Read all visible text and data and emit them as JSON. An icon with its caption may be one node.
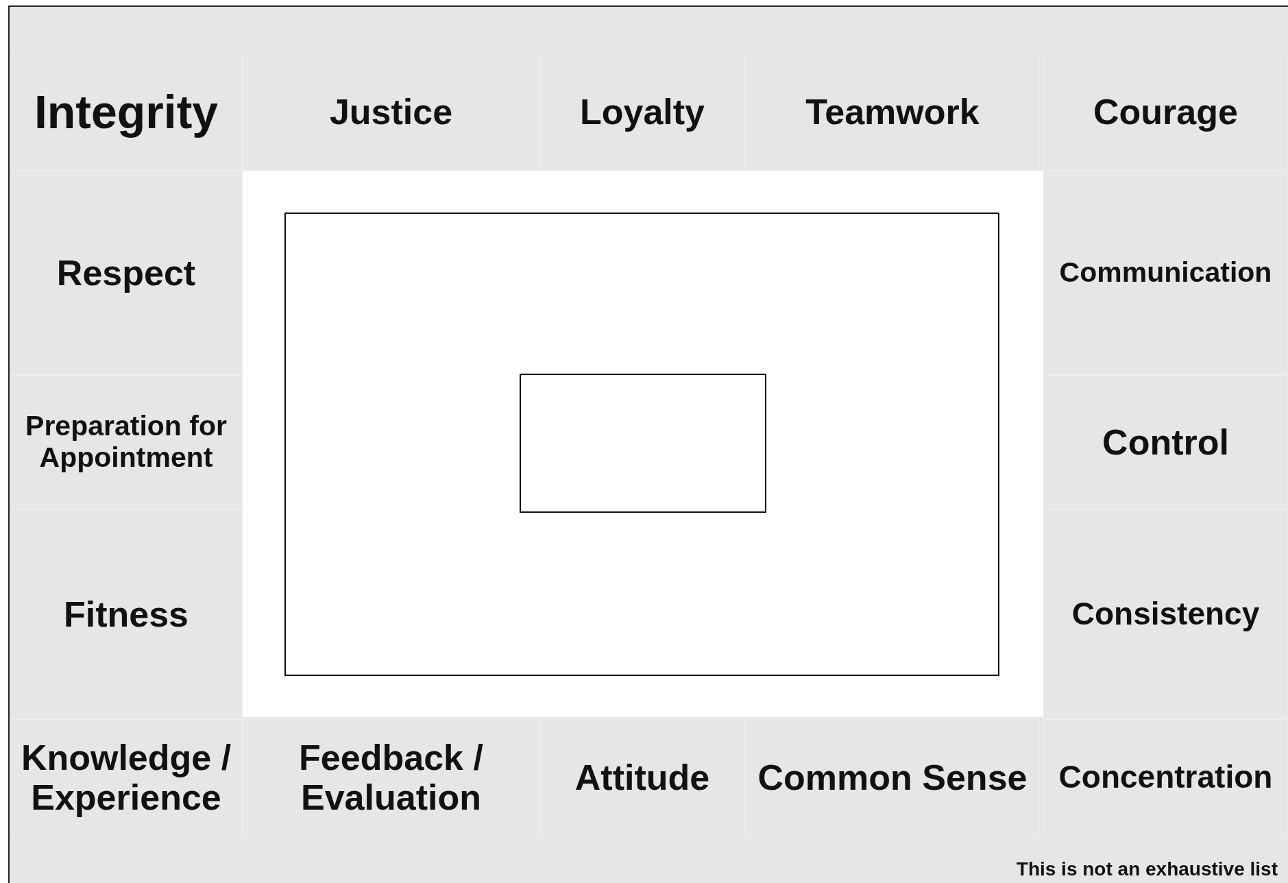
{
  "diagram": {
    "nodes": [
      {
        "text": [
          "Integrity"
        ]
      },
      {
        "text": [
          "Justice"
        ]
      },
      {
        "text": [
          "Loyalty"
        ]
      },
      {
        "text": [
          "Teamwork"
        ]
      },
      {
        "text": [
          "Courage"
        ]
      },
      {
        "text": [
          "Respect"
        ]
      },
      {
        "text": [
          "Communication"
        ]
      },
      {
        "text": [
          "Preparation for Appointment"
        ]
      },
      {
        "text": [
          "Control"
        ]
      },
      {
        "text": [
          "Fitness"
        ]
      },
      {
        "text": [
          "Consistency"
        ]
      },
      {
        "text": [
          "Knowledge / Experience"
        ]
      },
      {
        "text": [
          "Feedback / Evaluation"
        ]
      },
      {
        "text": [
          "Attitude"
        ]
      },
      {
        "text": [
          "Common Sense"
        ]
      },
      {
        "text": [
          "Concentration"
        ]
      },
      {
        "text": [],
        "shape": "box"
      },
      {
        "text": [],
        "shape": "box",
        "in": 16
      }
    ],
    "edges": [],
    "labels": [
      "This is not an exhaustive list"
    ]
  }
}
